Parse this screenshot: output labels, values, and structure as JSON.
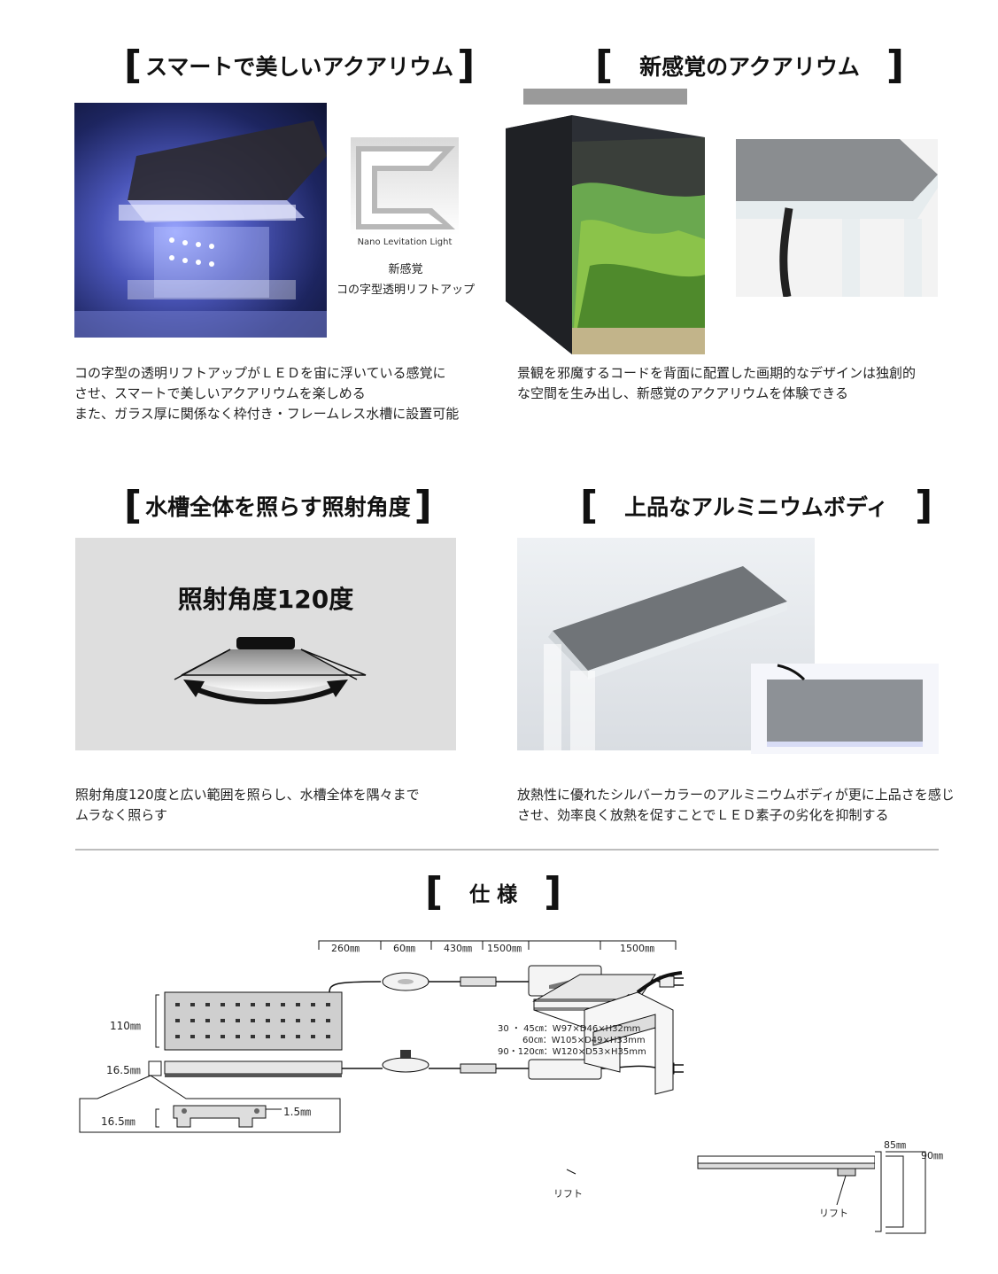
{
  "sections": {
    "smart": {
      "title": "スマートで美しいアクアリウム",
      "nano_label": "Nano Levitation Light",
      "caption_1": "新感覚",
      "caption_2": "コの字型透明リフトアップ",
      "desc": [
        "コの字型の透明リフトアップがＬＥＤを宙に浮いている感覚に",
        "させ、スマートで美しいアクアリウムを楽しめる",
        "また、ガラス厚に関係なく枠付き・フレームレス水槽に設置可能"
      ]
    },
    "new_sense": {
      "title": "新感覚のアクアリウム",
      "desc": [
        "景観を邪魔するコードを背面に配置した画期的なデザインは独創的",
        "な空間を生み出し、新感覚のアクアリウムを体験できる"
      ]
    },
    "angle": {
      "title": "水槽全体を照らす照射角度",
      "panel_title": "照射角度120度",
      "desc": [
        "照射角度120度と広い範囲を照らし、水槽全体を隅々まで",
        "ムラなく照らす"
      ]
    },
    "aluminum": {
      "title": "上品なアルミニウムボディ",
      "desc": [
        "放熱性に優れたシルバーカラーのアルミニウムボディが更に上品さを感じ",
        "させ、効率良く放熱を促すことでＬＥＤ素子の劣化を抑制する"
      ]
    },
    "spec": {
      "title": "仕 様",
      "dim_260": "260㎜",
      "dim_60": "60㎜",
      "dim_430": "430㎜",
      "dim_1500a": "1500㎜",
      "dim_1500b": "1500㎜",
      "dim_110": "110㎜",
      "dim_16_5a": "16.5㎜",
      "dim_16_5b": "16.5㎜",
      "dim_1_5": "1.5㎜",
      "adapter_1": "30 ・ 45㎝：W97×D46×H32mm",
      "adapter_2": "60㎝：W105×D49×H33mm",
      "adapter_3": "90・120㎝：W120×D53×H35mm",
      "lift_a": "リフト",
      "lift_b": "リフト",
      "dim_85": "85㎜",
      "dim_90": "90㎜"
    }
  }
}
